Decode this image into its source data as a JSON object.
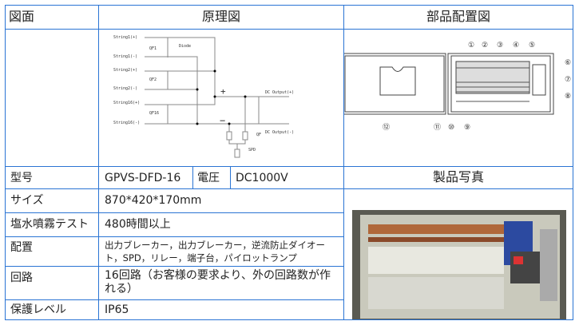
{
  "header": {
    "drawing": "図面",
    "schematic": "原理図",
    "layout": "部品配置図"
  },
  "schematic": {
    "labels": [
      "String1(+)",
      "String1(-)",
      "String2(+)",
      "String2(-)",
      "String16(+)",
      "String16(-)"
    ],
    "qf": [
      "QF1",
      "QF2",
      "QF16"
    ],
    "diode": "Diode",
    "plus": "+",
    "minus": "−",
    "out_pos": "DC Output(+)",
    "out_neg": "DC Output(-)",
    "qf_out": "QF",
    "spd": "SPD"
  },
  "layout_diagram": {
    "callouts": [
      "①",
      "②",
      "③",
      "④",
      "⑤",
      "⑥",
      "⑦",
      "⑧",
      "⑨",
      "⑩",
      "⑪",
      "⑫"
    ]
  },
  "specs": {
    "model_label": "型号",
    "model_value": "GPVS-DFD-16",
    "voltage_label": "電圧",
    "voltage_value": "DC1000V",
    "size_label": "サイズ",
    "size_value": "870*420*170mm",
    "salt_label": "塩水噴霧テスト",
    "salt_value": "480時間以上",
    "config_label": "配置",
    "config_value": "出力ブレーカー，出力ブレーカー，逆流防止ダイオート，SPD，リレー，端子台，パイロットランプ",
    "circuit_label": "回路",
    "circuit_value": "16回路（お客様の要求より、外の回路数が作れる）",
    "protection_label": "保護レベル",
    "protection_value": "IP65"
  },
  "photo": {
    "title": "製品写真"
  }
}
